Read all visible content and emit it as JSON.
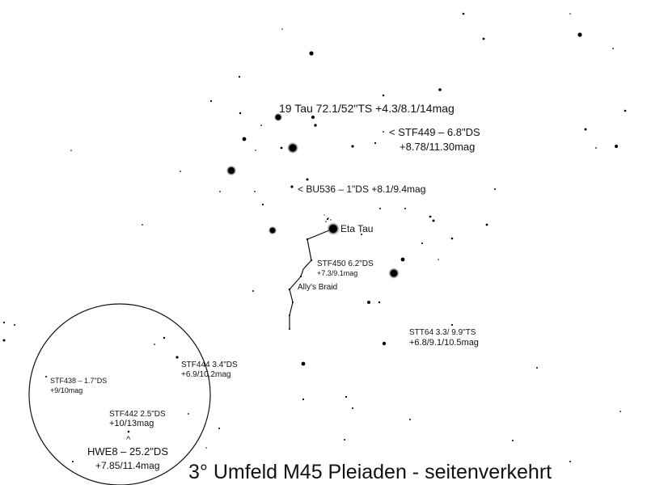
{
  "title": "3° Umfeld M45 Pleiaden - seitenverkehrt",
  "labels": {
    "tau19_line1": "19 Tau 72.1/52\"TS +4.3/8.1/14mag",
    "stf449_line1": "< STF449 – 6.8\"DS",
    "stf449_line2": "+8.78/11.30mag",
    "bu536_line1": "< BU536 – 1\"DS +8.1/9.4mag",
    "eta_tau": "Eta Tau",
    "stf450_line1": "STF450 6.2\"DS",
    "stf450_line2": "+7.3/9.1mag",
    "allys_braid": "Ally's Braid",
    "stt64_line1": "STT64 3.3/ 9.9\"TS",
    "stt64_line2": "+6.8/9.1/10.5mag",
    "stf444_line1": "STF444 3.4\"DS",
    "stf444_line2": "+6.9/10.2mag",
    "stf438_line1": "STF438 – 1.7\"DS",
    "stf438_line2": "+9/10mag",
    "stf442_line1": "STF442 2.5\"DS",
    "stf442_line2": "+10/13mag",
    "hwe8_marker": "^",
    "hwe8_line1": "HWE8 – 25.2\"DS",
    "hwe8_line2": "+7.85/11.4mag"
  },
  "colors": {
    "background": "#ffffff",
    "stars": "#000000",
    "text": "#111111"
  }
}
